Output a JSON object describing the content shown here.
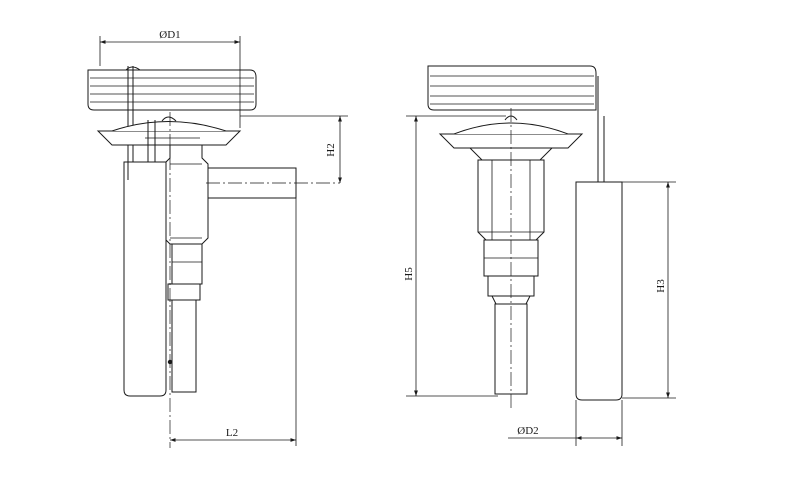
{
  "dimensions": {
    "d1": "ØD1",
    "d2": "ØD2",
    "h2": "H2",
    "h3": "H3",
    "h5": "H5",
    "l2": "L2"
  }
}
